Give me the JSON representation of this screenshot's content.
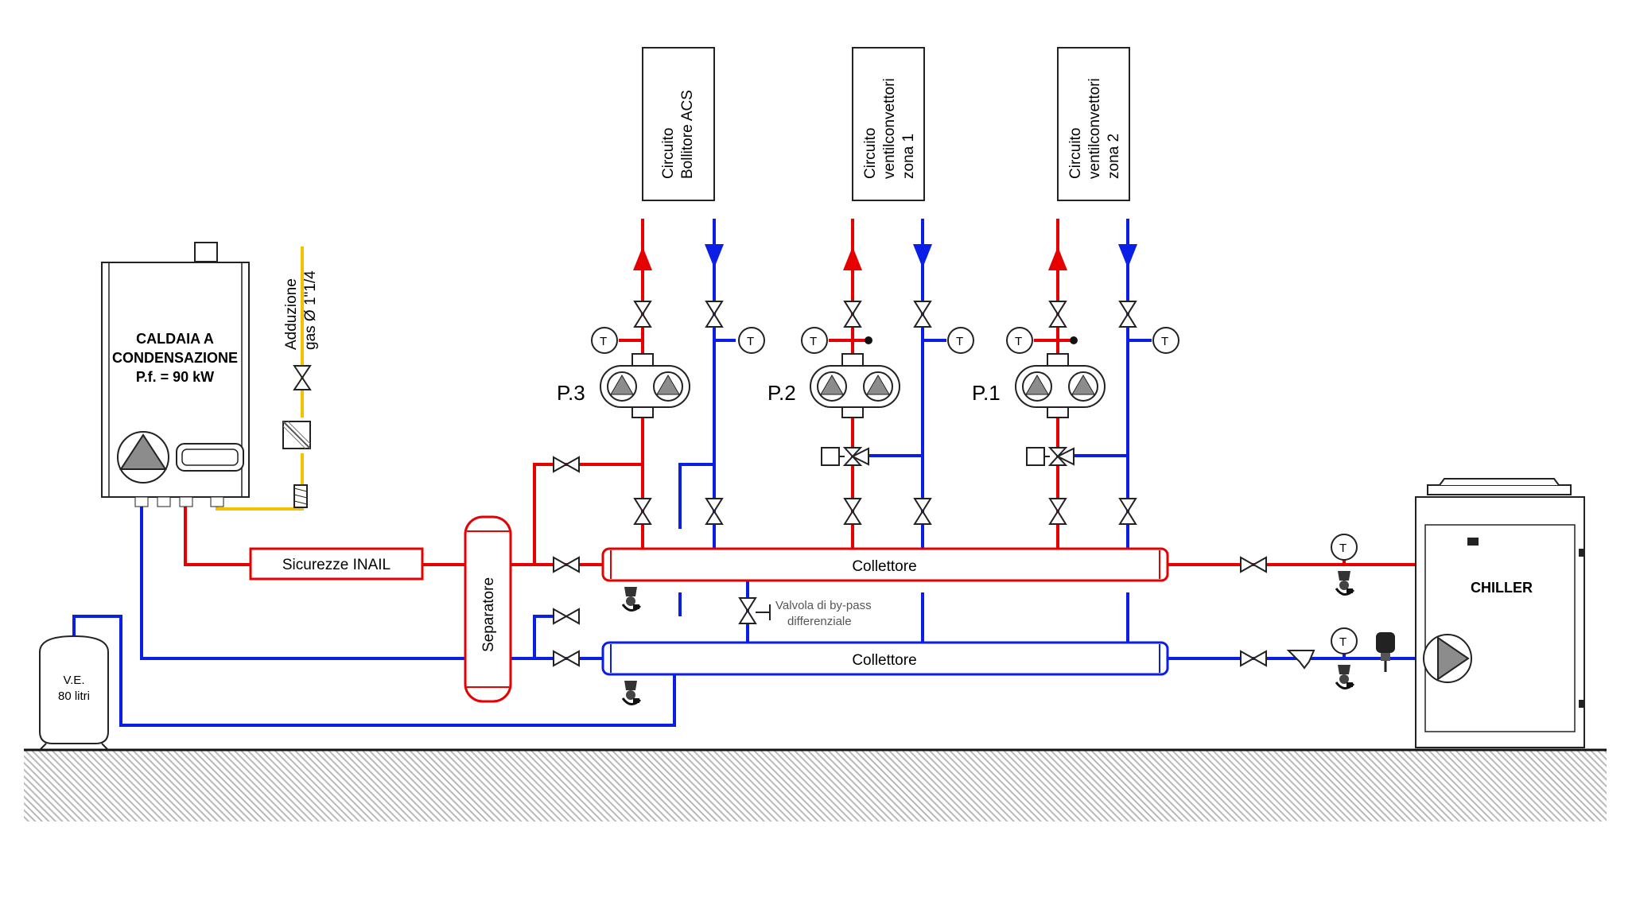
{
  "colors": {
    "supply": "#e60000",
    "return": "#0a1ee6",
    "gas": "#f2c200",
    "outline": "#222222",
    "pump_grey": "#8c8c8c",
    "ground": "#cccccc"
  },
  "boiler": {
    "line1": "CALDAIA A",
    "line2": "CONDENSAZIONE",
    "line3": "P.f. = 90 kW",
    "icon": "pump-icon"
  },
  "gas": {
    "line1": "Adduzione",
    "line2": "gas  Ø 1\"1/4"
  },
  "safety_label": "Sicurezze INAIL",
  "separator_label": "Separatore",
  "expansion_vessel": {
    "line1": "V.E.",
    "line2": "80 litri"
  },
  "collectors": {
    "supply_label": "Collettore",
    "return_label": "Collettore"
  },
  "bypass": {
    "line1": "Valvola di by-pass",
    "line2": "differenziale"
  },
  "chiller_label": "CHILLER",
  "thermometer_symbol": "T",
  "pumps": [
    {
      "label": "P.3"
    },
    {
      "label": "P.2"
    },
    {
      "label": "P.1"
    }
  ],
  "circuits": [
    {
      "line1": "Circuito",
      "line2": "Bollitore ACS",
      "line3": ""
    },
    {
      "line1": "Circuito",
      "line2": "ventilconvettori",
      "line3": "zona 1"
    },
    {
      "line1": "Circuito",
      "line2": "ventilconvettori",
      "line3": "zona 2"
    }
  ]
}
